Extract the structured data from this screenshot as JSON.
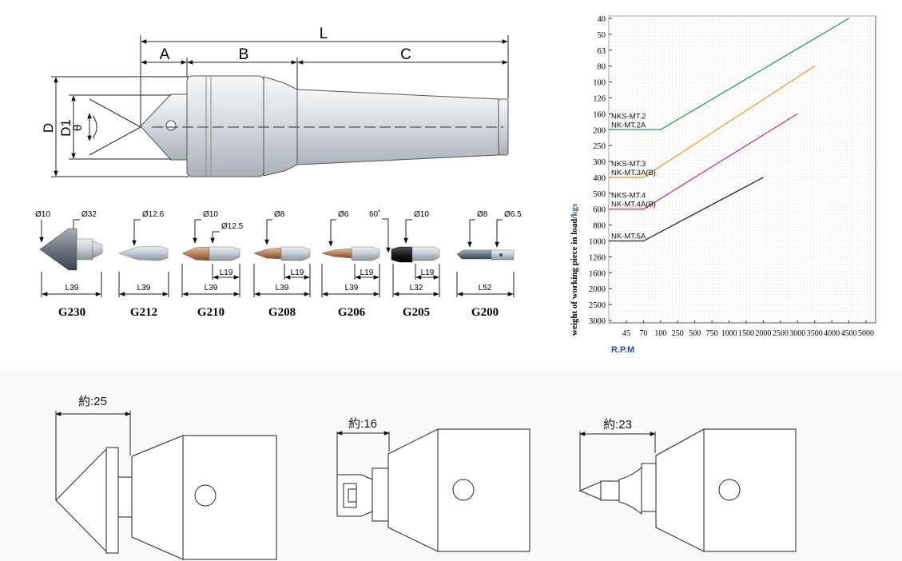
{
  "dimension_diagram": {
    "labels": {
      "L": "L",
      "A": "A",
      "B": "B",
      "C": "C",
      "D": "D",
      "D1": "D1",
      "theta": "θ"
    }
  },
  "tips": [
    {
      "model": "G230",
      "dia_left": "Ø10",
      "dia_right": "Ø32",
      "length_main": "L39",
      "length_sub": ""
    },
    {
      "model": "G212",
      "dia_left": "Ø12.6",
      "dia_right": "",
      "length_main": "L39",
      "length_sub": ""
    },
    {
      "model": "G210",
      "dia_left": "Ø10",
      "dia_right": "Ø12.5",
      "length_main": "L39",
      "length_sub": "L19"
    },
    {
      "model": "G208",
      "dia_left": "Ø8",
      "dia_right": "",
      "length_main": "L39",
      "length_sub": "L19"
    },
    {
      "model": "G206",
      "dia_left": "Ø6",
      "dia_right": "",
      "length_main": "L39",
      "length_sub": "L19"
    },
    {
      "model": "G205",
      "dia_left": "60˚",
      "dia_right": "Ø10",
      "length_main": "L32",
      "length_sub": "L19"
    },
    {
      "model": "G200",
      "dia_left": "Ø8",
      "dia_right": "Ø6.5",
      "length_main": "L52",
      "length_sub": ""
    }
  ],
  "chart_data": {
    "type": "line",
    "ylabel_main": "weight of working piece in load/",
    "ylabel_unit": "kgs",
    "xlabel": "R.P.M",
    "x_ticks": [
      "45",
      "70",
      "100",
      "250",
      "500",
      "750",
      "1000",
      "1500",
      "2000",
      "2500",
      "3000",
      "3500",
      "4000",
      "4500",
      "5000"
    ],
    "y_ticks": [
      "40",
      "50",
      "63",
      "80",
      "100",
      "126",
      "160",
      "200",
      "250",
      "300",
      "400",
      "500",
      "600",
      "800",
      "1000",
      "1260",
      "1600",
      "2000",
      "2500",
      "3000"
    ],
    "grid": true,
    "series": [
      {
        "name": "NKS-MT.2 / NK-MT.2A",
        "label_lines": [
          "NKS-MT.2",
          "NK-MT.2A"
        ],
        "color": "#1e9e6a",
        "points": [
          {
            "x": "100",
            "y": "200"
          },
          {
            "x": "4500",
            "y": "40"
          }
        ]
      },
      {
        "name": "NKS-MT.3 / NK-MT.3A(B)",
        "label_lines": [
          "NKS-MT.3",
          "NK-MT.3A(B)"
        ],
        "color": "#f0a030",
        "points": [
          {
            "x": "70",
            "y": "400"
          },
          {
            "x": "3500",
            "y": "80"
          }
        ]
      },
      {
        "name": "NKS-MT.4 / NK-MT.4A(B)",
        "label_lines": [
          "NKS-MT.4",
          "NK-MT.4A(B)"
        ],
        "color": "#d12a8c",
        "points": [
          {
            "x": "70",
            "y": "600"
          },
          {
            "x": "3000",
            "y": "160"
          }
        ]
      },
      {
        "name": "NK-MT.5A",
        "label_lines": [
          "NK-MT.5A"
        ],
        "color": "#222222",
        "points": [
          {
            "x": "70",
            "y": "1000"
          },
          {
            "x": "2000",
            "y": "400"
          }
        ]
      }
    ]
  },
  "bottom_drawings": [
    {
      "label": "約:25"
    },
    {
      "label": "約:16"
    },
    {
      "label": "約:23"
    }
  ]
}
